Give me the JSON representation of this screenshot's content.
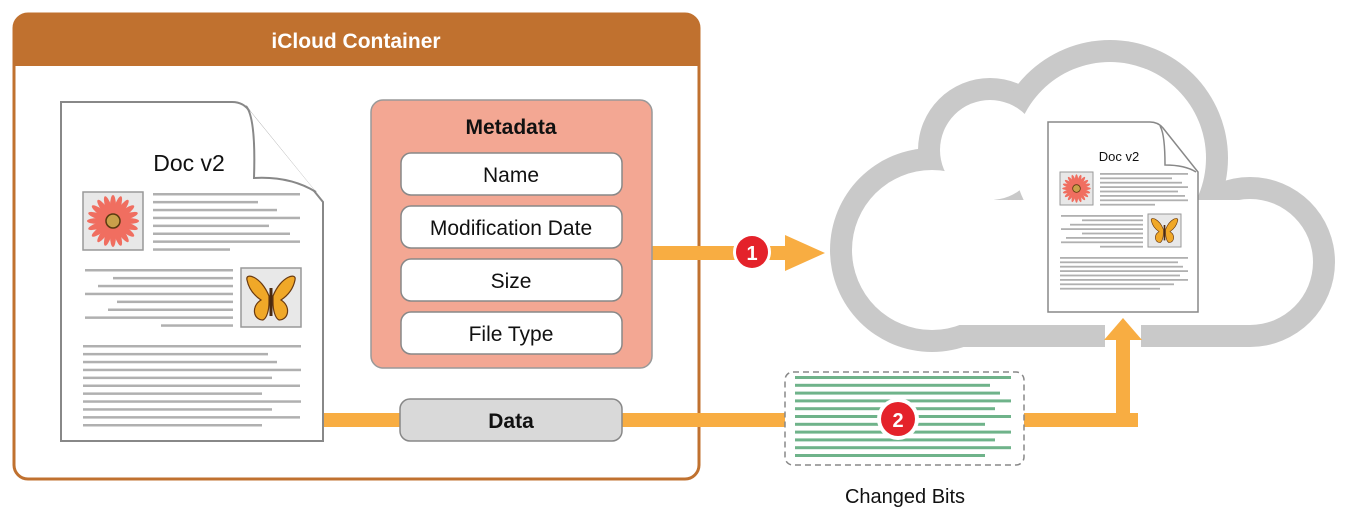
{
  "container": {
    "title": "iCloud Container"
  },
  "local_doc": {
    "title": "Doc v2"
  },
  "metadata": {
    "title": "Metadata",
    "fields": [
      "Name",
      "Modification Date",
      "Size",
      "File Type"
    ]
  },
  "data_box": {
    "label": "Data"
  },
  "steps": {
    "one": "1",
    "two": "2"
  },
  "changed_bits": {
    "label": "Changed Bits"
  },
  "cloud_doc": {
    "title": "Doc v2"
  },
  "colors": {
    "container_header": "#c0712f",
    "metadata_fill": "#f3a793",
    "arrow": "#f8ad42",
    "badge": "#e4222a",
    "cloud": "#c9c9c9",
    "bits": "#6fb38a"
  }
}
